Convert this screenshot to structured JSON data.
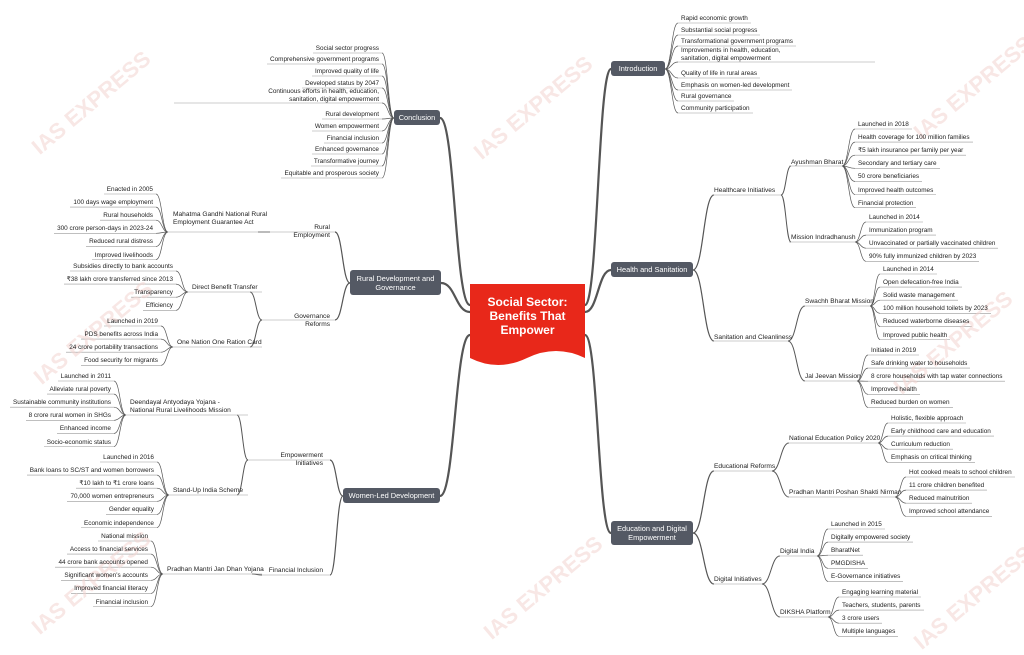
{
  "watermark": "IAS EXPRESS",
  "center": {
    "title": "Social Sector: Benefits That Empower",
    "color": "#e8281a"
  },
  "colors": {
    "box": "#545964",
    "line": "#555555"
  },
  "introduction": {
    "label": "Introduction",
    "items": [
      "Rapid economic growth",
      "Substantial social progress",
      "Transformational government programs",
      "Improvements in health, education, sanitation, digital empowerment",
      "Quality of life in rural areas",
      "Emphasis on women-led development",
      "Rural governance",
      "Community participation"
    ]
  },
  "health": {
    "label": "Health and Sanitation",
    "healthcare": {
      "label": "Healthcare Initiatives",
      "ayushman": {
        "label": "Ayushman Bharat",
        "items": [
          "Launched in 2018",
          "Health coverage for 100 million families",
          "₹5 lakh insurance per family per year",
          "Secondary and tertiary care",
          "50 crore beneficiaries",
          "Improved health outcomes",
          "Financial protection"
        ]
      },
      "indradhanush": {
        "label": "Mission Indradhanush",
        "items": [
          "Launched in 2014",
          "Immunization program",
          "Unvaccinated or partially vaccinated children",
          "90% fully immunized children by 2023"
        ]
      }
    },
    "sanitation": {
      "label": "Sanitation and Cleanliness",
      "swachh": {
        "label": "Swachh Bharat Mission",
        "items": [
          "Launched in 2014",
          "Open defecation-free India",
          "Solid waste management",
          "100 million household toilets by 2023",
          "Reduced waterborne diseases",
          "Improved public health"
        ]
      },
      "jal": {
        "label": "Jal Jeevan Mission",
        "items": [
          "Initiated in 2019",
          "Safe drinking water to households",
          "8 crore households with tap water connections",
          "Improved health",
          "Reduced burden on women"
        ]
      }
    }
  },
  "education": {
    "label": "Education and Digital Empowerment",
    "reforms": {
      "label": "Educational Reforms",
      "nep": {
        "label": "National Education Policy 2020",
        "items": [
          "Holistic, flexible approach",
          "Early childhood care and education",
          "Curriculum reduction",
          "Emphasis on critical thinking"
        ]
      },
      "poshan": {
        "label": "Pradhan Mantri Poshan Shakti Nirman",
        "items": [
          "Hot cooked meals to school children",
          "11 crore children benefited",
          "Reduced malnutrition",
          "Improved school attendance"
        ]
      }
    },
    "digital": {
      "label": "Digital Initiatives",
      "india": {
        "label": "Digital India",
        "items": [
          "Launched in 2015",
          "Digitally empowered society",
          "BharatNet",
          "PMGDISHA",
          "E-Governance initiatives"
        ]
      },
      "diksha": {
        "label": "DIKSHA Platform",
        "items": [
          "Engaging learning material",
          "Teachers, students, parents",
          "3 crore users",
          "Multiple languages"
        ]
      }
    }
  },
  "conclusion": {
    "label": "Conclusion",
    "items": [
      "Social sector progress",
      "Comprehensive government programs",
      "Improved quality of life",
      "Developed status by 2047",
      "Continuous efforts in health, education, sanitation, digital empowerment",
      "Rural development",
      "Women empowerment",
      "Financial inclusion",
      "Enhanced governance",
      "Transformative journey",
      "Equitable and prosperous society"
    ]
  },
  "rural": {
    "label": "Rural Development and Governance",
    "employment": {
      "label": "Rural Employment",
      "mgnrega": {
        "label": "Mahatma Gandhi National Rural Employment Guarantee Act",
        "items": [
          "Enacted in 2005",
          "100 days wage employment",
          "Rural households",
          "300 crore person-days in 2023-24",
          "Reduced rural distress",
          "Improved livelihoods"
        ]
      }
    },
    "governance": {
      "label": "Governance Reforms",
      "dbt": {
        "label": "Direct Benefit Transfer",
        "items": [
          "Subsidies directly to bank accounts",
          "₹38 lakh crore transferred since 2013",
          "Transparency",
          "Efficiency"
        ]
      },
      "onorc": {
        "label": "One Nation One Ration Card",
        "items": [
          "Launched in 2019",
          "PDS benefits across India",
          "24 crore portability transactions",
          "Food security for migrants"
        ]
      }
    }
  },
  "women": {
    "label": "Women-Led Development",
    "empowerment": {
      "label": "Empowerment Initiatives",
      "day": {
        "label": "Deendayal Antyodaya Yojana - National Rural Livelihoods Mission",
        "items": [
          "Launched in 2011",
          "Alleviate rural poverty",
          "Sustainable community institutions",
          "8 crore rural women in SHGs",
          "Enhanced income",
          "Socio-economic status"
        ]
      },
      "standup": {
        "label": "Stand-Up India Scheme",
        "items": [
          "Launched in 2016",
          "Bank loans to SC/ST and women borrowers",
          "₹10 lakh to ₹1 crore loans",
          "70,000 women entrepreneurs",
          "Gender equality",
          "Economic independence"
        ]
      }
    },
    "financial": {
      "label": "Financial Inclusion",
      "jandhan": {
        "label": "Pradhan Mantri Jan Dhan Yojana",
        "items": [
          "National mission",
          "Access to financial services",
          "44 crore bank accounts opened",
          "Significant women's accounts",
          "Improved financial literacy",
          "Financial inclusion"
        ]
      }
    }
  }
}
